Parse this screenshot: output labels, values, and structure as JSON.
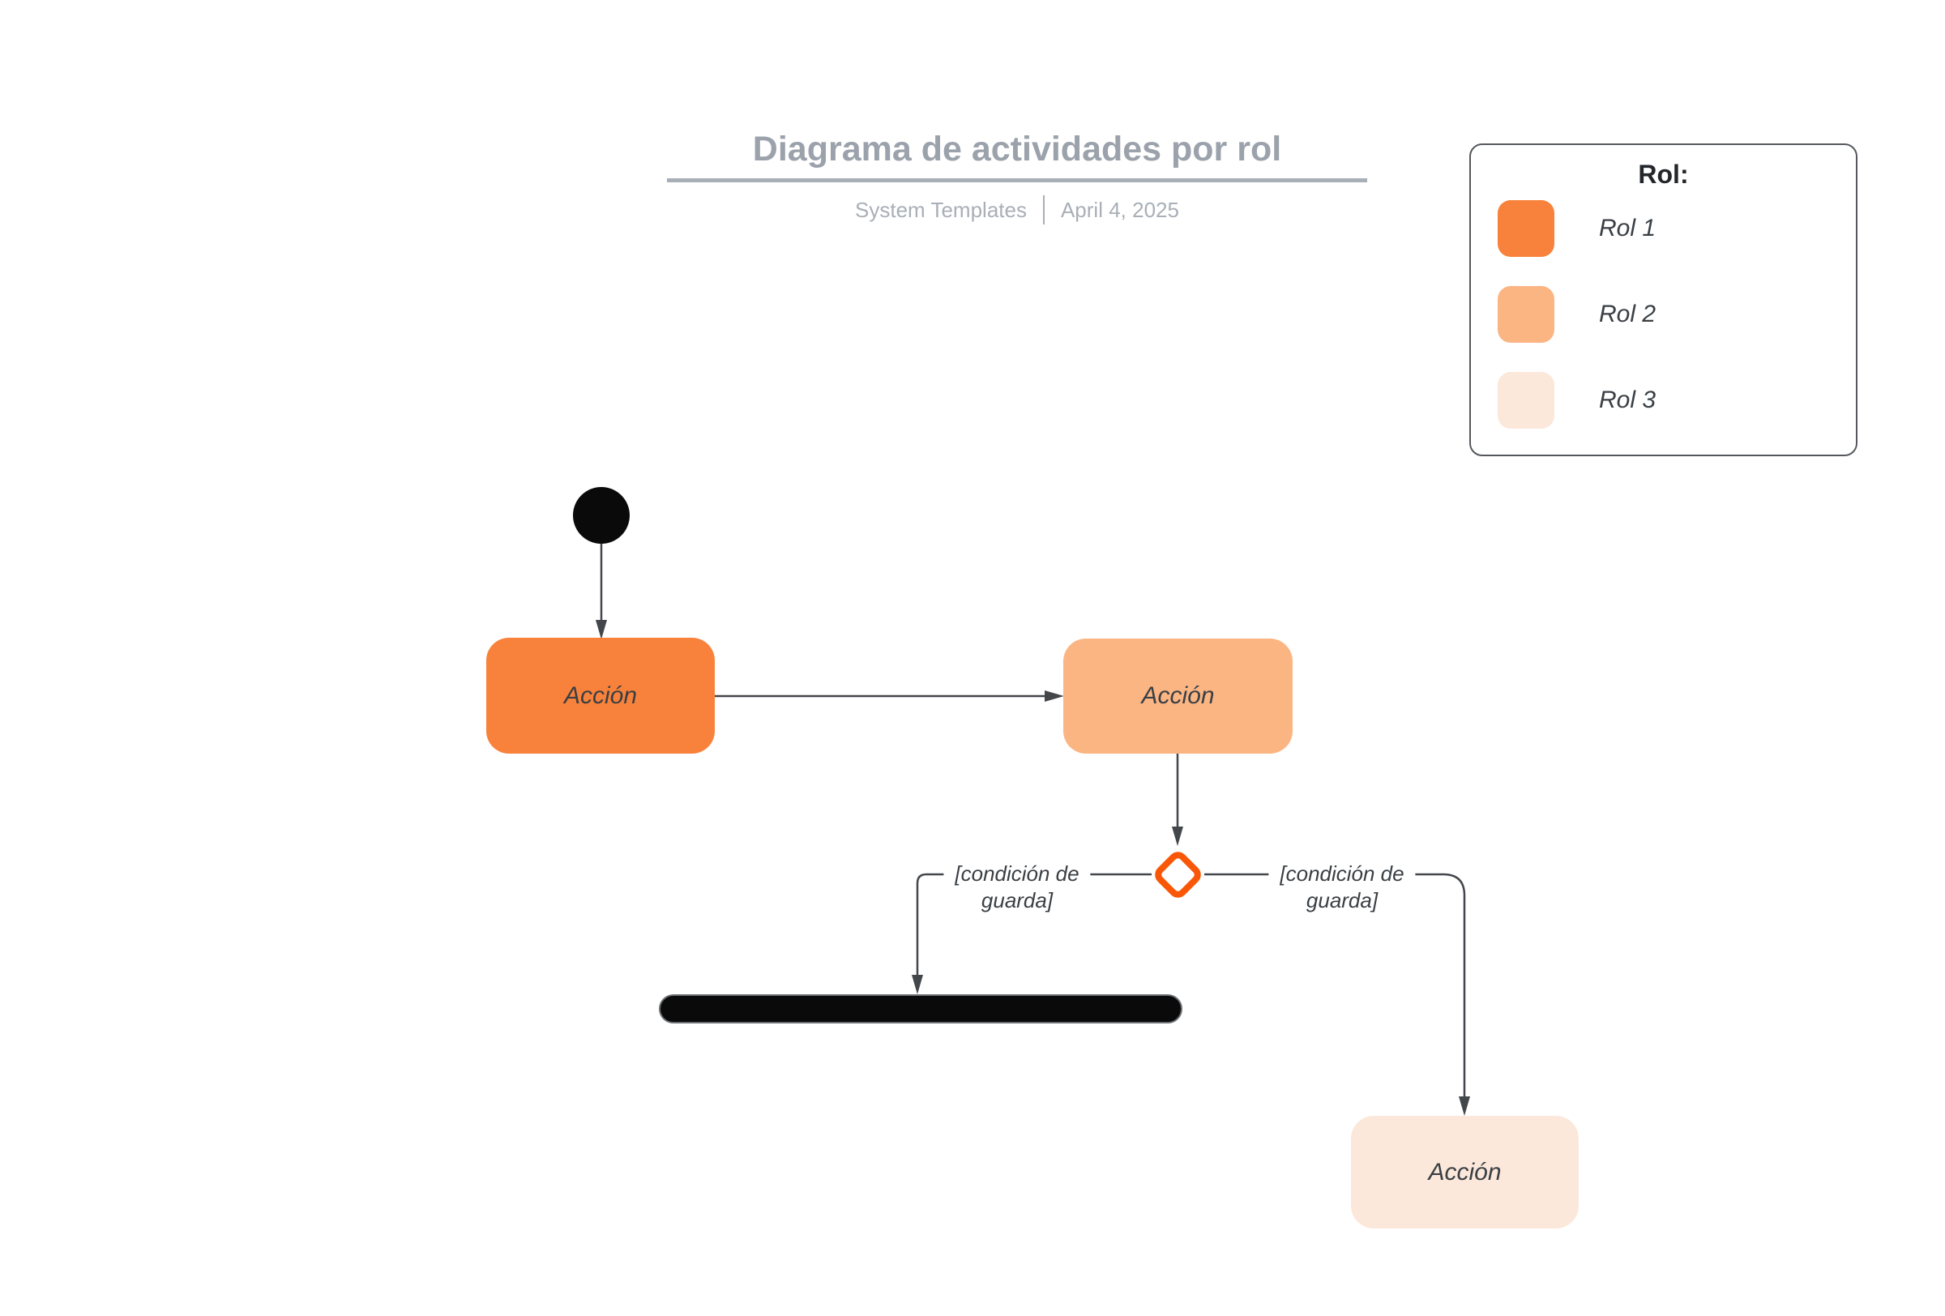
{
  "header": {
    "title": "Diagrama de actividades por rol",
    "subtitle": {
      "product": "System Templates",
      "date": "April 4, 2025"
    }
  },
  "legend": {
    "title": "Rol:",
    "items": [
      {
        "label": "Rol 1",
        "color": "#F8823B"
      },
      {
        "label": "Rol 2",
        "color": "#FBB583"
      },
      {
        "label": "Rol 3",
        "color": "#FCE8DB"
      }
    ]
  },
  "diagram": {
    "action_rol1": {
      "label": "Acción"
    },
    "action_rol2": {
      "label": "Acción"
    },
    "action_rol3": {
      "label": "Acción"
    },
    "guard_left": {
      "line1": "[condición de",
      "line2": "guarda]"
    },
    "guard_right": {
      "line1": "[condición de",
      "line2": "guarda]"
    }
  },
  "colors": {
    "rol1": "#F8823B",
    "rol2": "#FBB583",
    "rol3": "#FCE8DB",
    "decision": "#F95707",
    "line": "#43474B",
    "nodeText": "#3A3F44",
    "title": "#9BA2AB",
    "subtitle": "#A9AFB7",
    "underline": "#A9AFB7",
    "legendBorder": "#54585C",
    "legendTitle": "#23272B",
    "barBlack": "#0A0A0A"
  }
}
